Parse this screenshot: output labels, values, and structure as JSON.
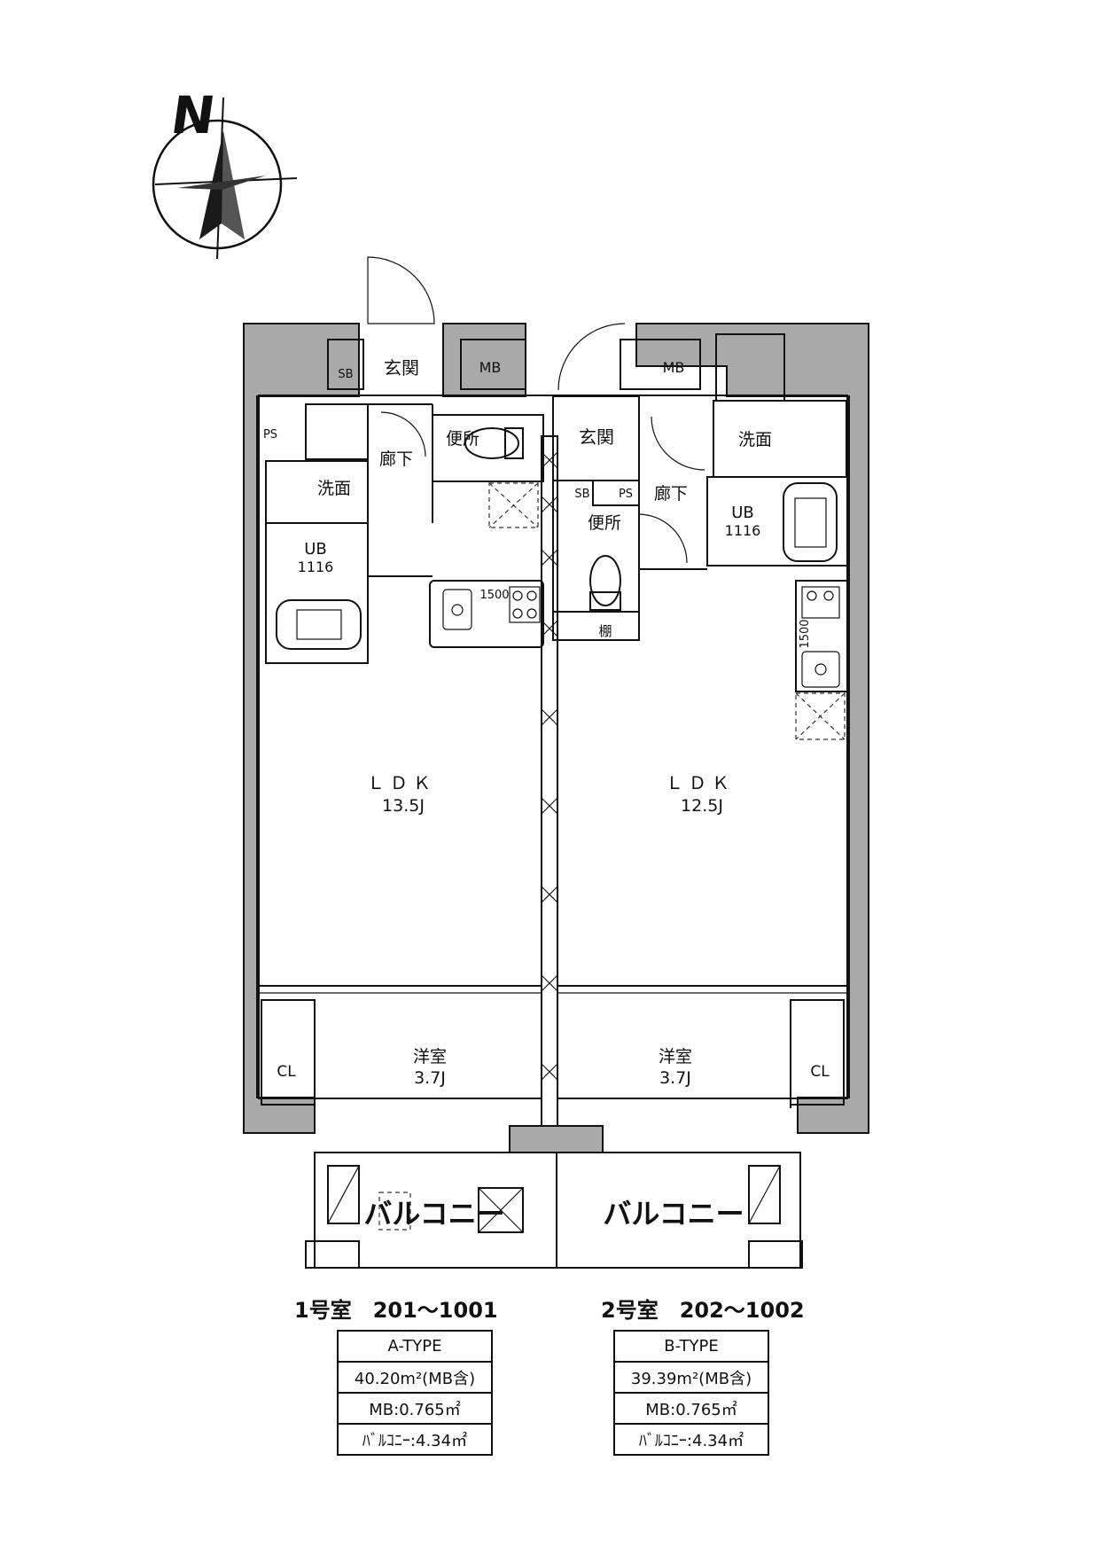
{
  "compass": {
    "north_label": "N"
  },
  "rooms": {
    "unit1": {
      "entrance": "玄関",
      "mb": "MB",
      "sb": "SB",
      "ps": "PS",
      "hallway": "廊下",
      "toilet": "便所",
      "washroom": "洗面",
      "bath": "UB",
      "bath_size": "1116",
      "kitchen_width": "1500",
      "ldk": "ＬＤＫ",
      "ldk_size": "13.5J",
      "western": "洋室",
      "western_size": "3.7J",
      "closet": "CL",
      "balcony": "バルコニー"
    },
    "unit2": {
      "entrance": "玄関",
      "mb": "MB",
      "sb": "SB",
      "ps": "PS",
      "hallway": "廊下",
      "toilet": "便所",
      "shelf": "棚",
      "washroom": "洗面",
      "bath": "UB",
      "bath_size": "1116",
      "kitchen_width": "1500",
      "ldk": "ＬＤＫ",
      "ldk_size": "12.5J",
      "western": "洋室",
      "western_size": "3.7J",
      "closet": "CL",
      "balcony": "バルコニー"
    }
  },
  "units": [
    {
      "caption": "1号室　201～1001",
      "type": "A-TYPE",
      "area": "40.20m²(MB含)",
      "mb": "MB:0.765㎡",
      "balcony": "ﾊﾞﾙｺﾆｰ:4.34㎡"
    },
    {
      "caption": "2号室　202～1002",
      "type": "B-TYPE",
      "area": "39.39m²(MB含)",
      "mb": "MB:0.765㎡",
      "balcony": "ﾊﾞﾙｺﾆｰ:4.34㎡"
    }
  ]
}
